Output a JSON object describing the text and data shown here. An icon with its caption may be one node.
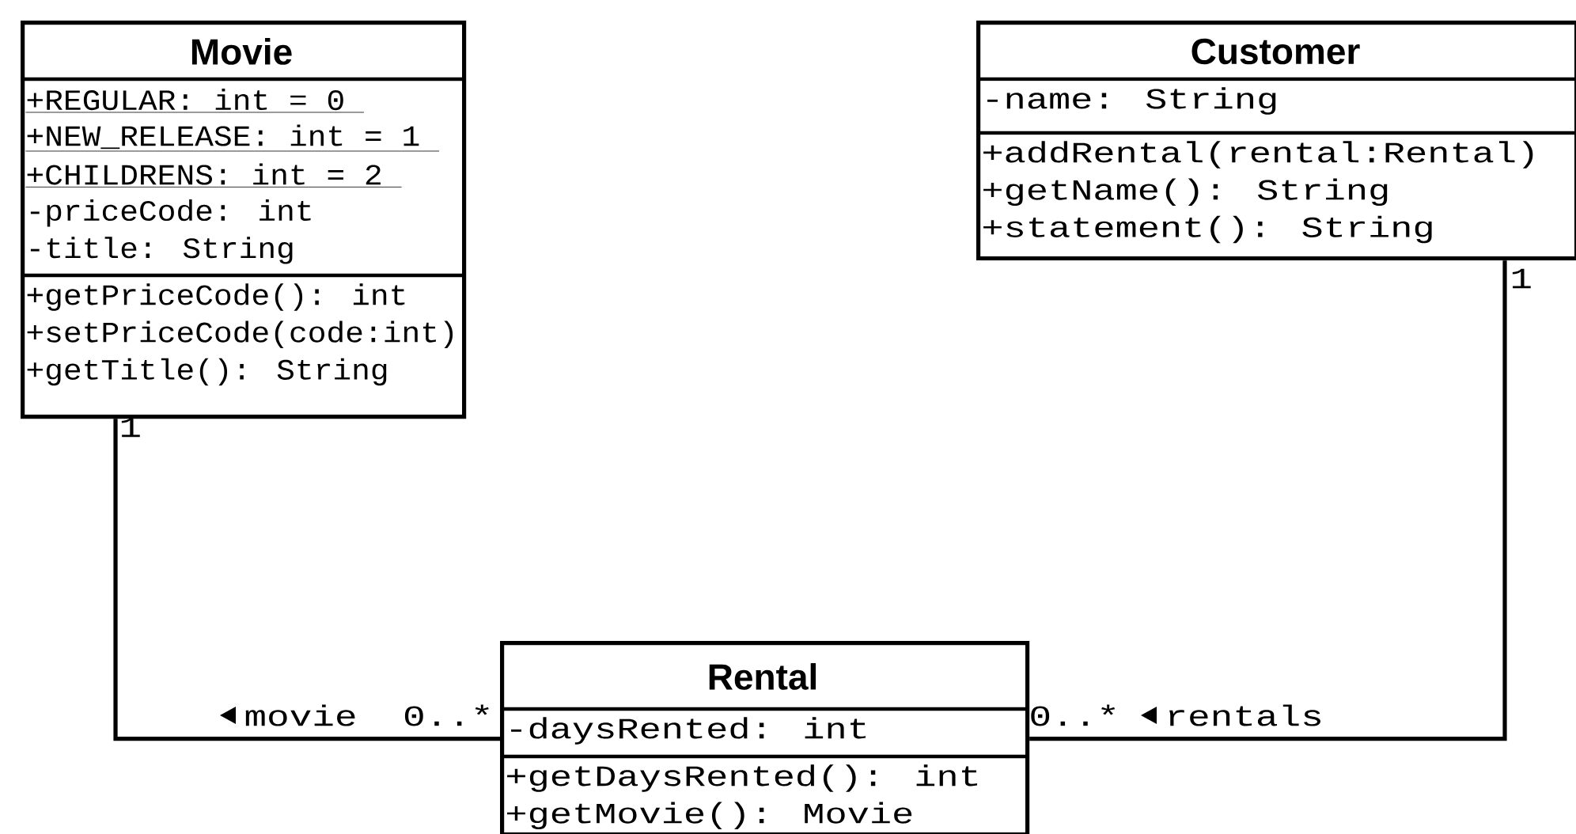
{
  "diagram": {
    "nodes": [
      {
        "text": [
          "Movie",
          "+REGULAR: int = 0",
          "+NEW_RELEASE: int = 1",
          "+CHILDRENS: int = 2",
          "-priceCode: int",
          "-title: String",
          "+getPriceCode(): int",
          "+setPriceCode(code:int)",
          "+getTitle(): String"
        ]
      },
      {
        "text": [
          "Customer",
          "-name: String",
          "+addRental(rental:Rental)",
          "+getName(): String",
          "+statement(): String"
        ]
      },
      {
        "text": [
          "Rental",
          "-daysRented: int",
          "+getDaysRented(): int",
          "+getMovie(): Movie"
        ]
      }
    ],
    "edges": [
      {
        "from": 0,
        "to": 2,
        "arrow": "none",
        "label": "movie"
      },
      {
        "from": 1,
        "to": 2,
        "arrow": "none",
        "label": "rentals"
      }
    ],
    "labels": [
      "1",
      "1",
      "0..*",
      "0..*"
    ]
  }
}
